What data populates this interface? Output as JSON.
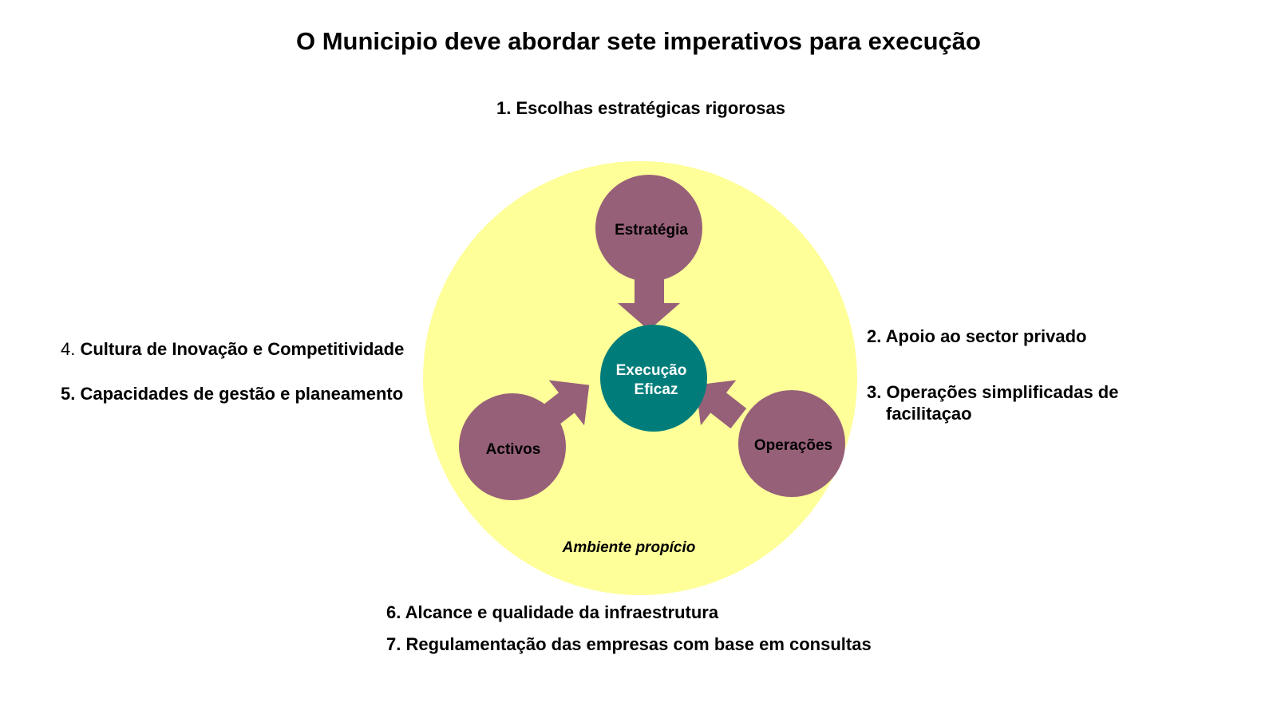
{
  "title": "O Municipio deve abordar sete imperativos para execução",
  "imperatives": {
    "item1": "1. Escolhas estratégicas rigorosas",
    "item2": "2. Apoio ao sector privado",
    "item3_line1": "3. Operações simplificadas de",
    "item3_line2": "facilitaçao",
    "item4_num": "4.",
    "item4_text": " Cultura de Inovação e Competitividade",
    "item5": "5. Capacidades de gestão e planeamento",
    "item6": "6. Alcance e qualidade da infraestrutura",
    "item7": "7. Regulamentação das empresas com base em consultas"
  },
  "diagram": {
    "environment_label": "Ambiente propício",
    "center_line1": "Execução",
    "center_line2": "Eficaz",
    "node_top": "Estratégia",
    "node_left": "Activos",
    "node_right": "Operações"
  },
  "colors": {
    "environment": "#FFFF99",
    "nodes": "#976079",
    "center": "#007D7B",
    "center_text": "#FFFFFF",
    "text": "#000000"
  }
}
